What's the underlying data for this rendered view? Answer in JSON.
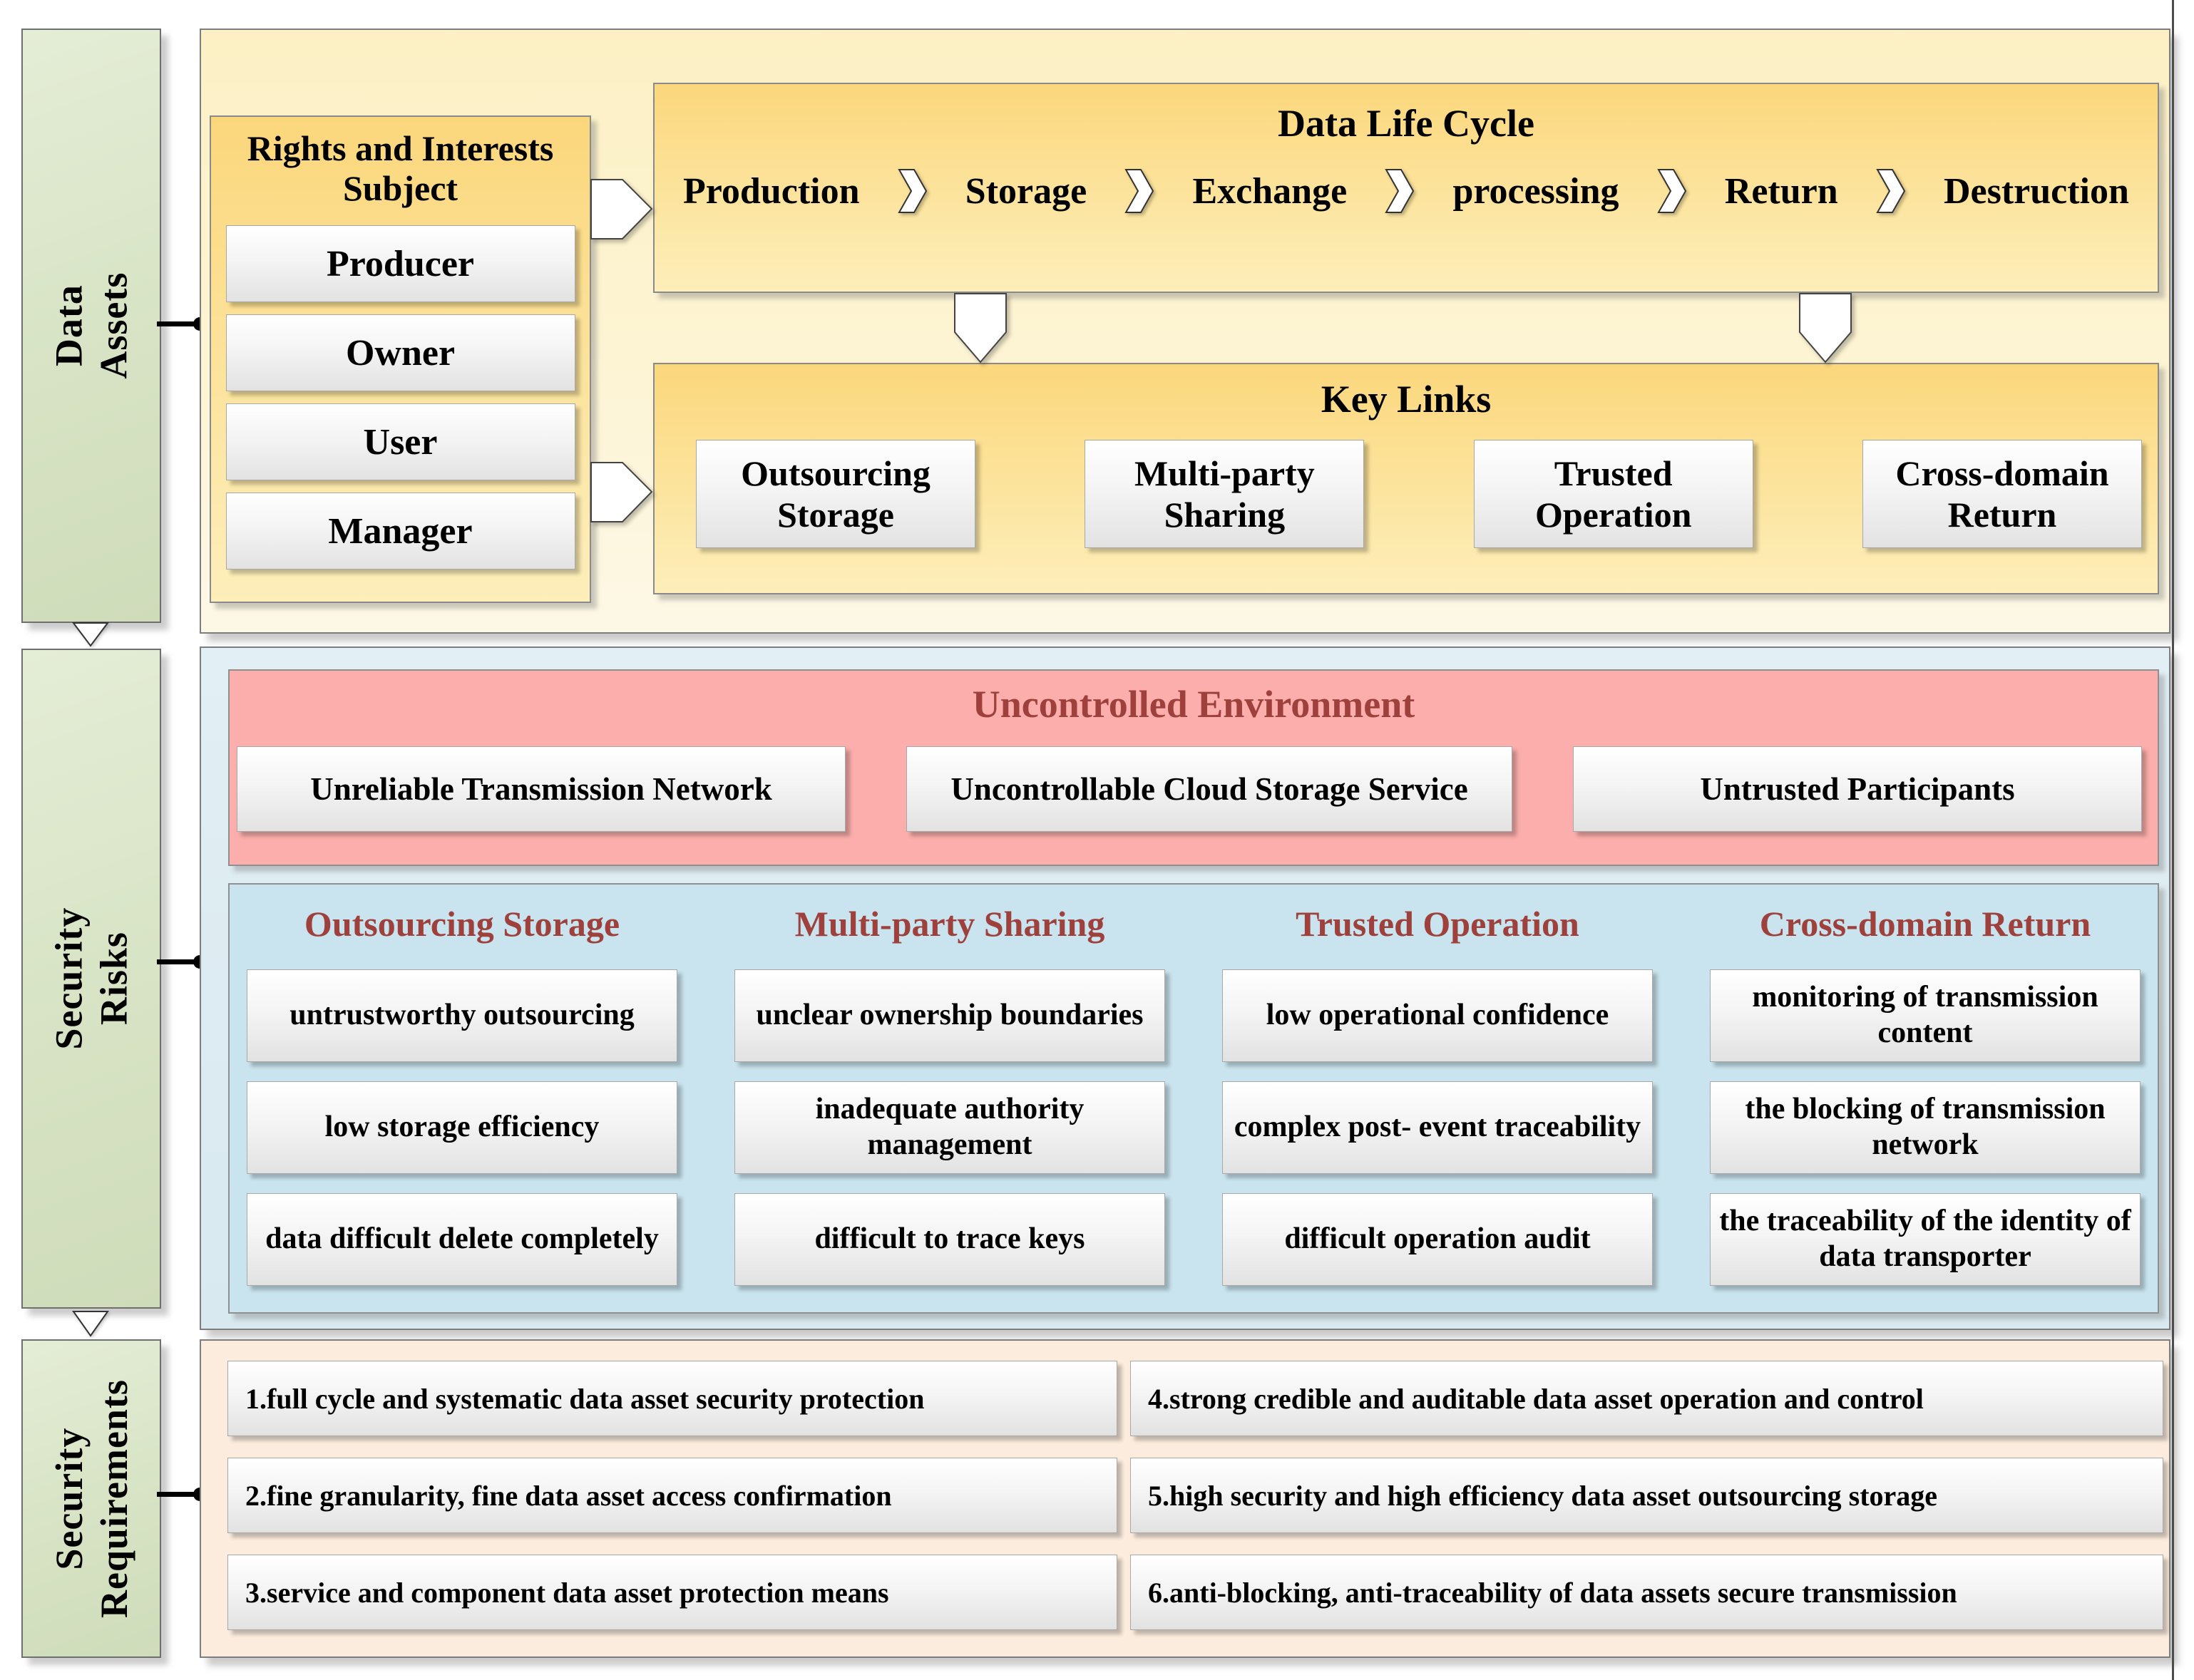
{
  "colors": {
    "accent_dark_red": "#9e413c",
    "gold_panel": "#fbd77c",
    "pale_yellow_section": "#fcf0c4",
    "green_sidebar": "#d7e3c4",
    "pink_panel": "#fbaeab",
    "light_blue_panel": "#c9e4ee",
    "pale_blue_section": "#dcebf1",
    "peach_section": "#fcecdd"
  },
  "sidebar": {
    "sections": [
      {
        "line1": "Data",
        "line2": "Assets"
      },
      {
        "line1": "Security",
        "line2": "Risks"
      },
      {
        "line1": "Security",
        "line2": "Requirements"
      }
    ]
  },
  "data_assets": {
    "rights_subject": {
      "title_line1": "Rights and Interests",
      "title_line2": "Subject",
      "members": [
        "Producer",
        "Owner",
        "User",
        "Manager"
      ]
    },
    "life_cycle": {
      "title": "Data Life Cycle",
      "stages": [
        "Production",
        "Storage",
        "Exchange",
        "processing",
        "Return",
        "Destruction"
      ]
    },
    "key_links": {
      "title": "Key Links",
      "links": [
        "Outsourcing Storage",
        "Multi-party Sharing",
        "Trusted Operation",
        "Cross-domain Return"
      ]
    }
  },
  "security_risks": {
    "uncontrolled_environment": {
      "title": "Uncontrolled Environment",
      "factors": [
        "Unreliable Transmission Network",
        "Uncontrollable Cloud Storage Service",
        "Untrusted Participants"
      ]
    },
    "risk_columns": [
      {
        "header": "Outsourcing Storage",
        "risks": [
          "untrustworthy outsourcing",
          "low storage efficiency",
          "data difficult delete completely"
        ]
      },
      {
        "header": "Multi-party Sharing",
        "risks": [
          "unclear ownership boundaries",
          "inadequate authority management",
          "difficult to trace keys"
        ]
      },
      {
        "header": "Trusted Operation",
        "risks": [
          "low operational confidence",
          "complex post- event traceability",
          "difficult operation audit"
        ]
      },
      {
        "header": "Cross-domain Return",
        "risks": [
          "monitoring of transmission content",
          "the blocking of transmission network",
          "the traceability of the identity of data transporter"
        ]
      }
    ]
  },
  "security_requirements": {
    "left": [
      "1.full cycle and systematic data asset security protection",
      "2.fine granularity, fine data asset access confirmation",
      "3.service and component data asset protection means"
    ],
    "right": [
      "4.strong credible and auditable data asset operation and control",
      "5.high security and high efficiency data asset outsourcing storage",
      "6.anti-blocking, anti-traceability of data assets secure transmission"
    ]
  }
}
